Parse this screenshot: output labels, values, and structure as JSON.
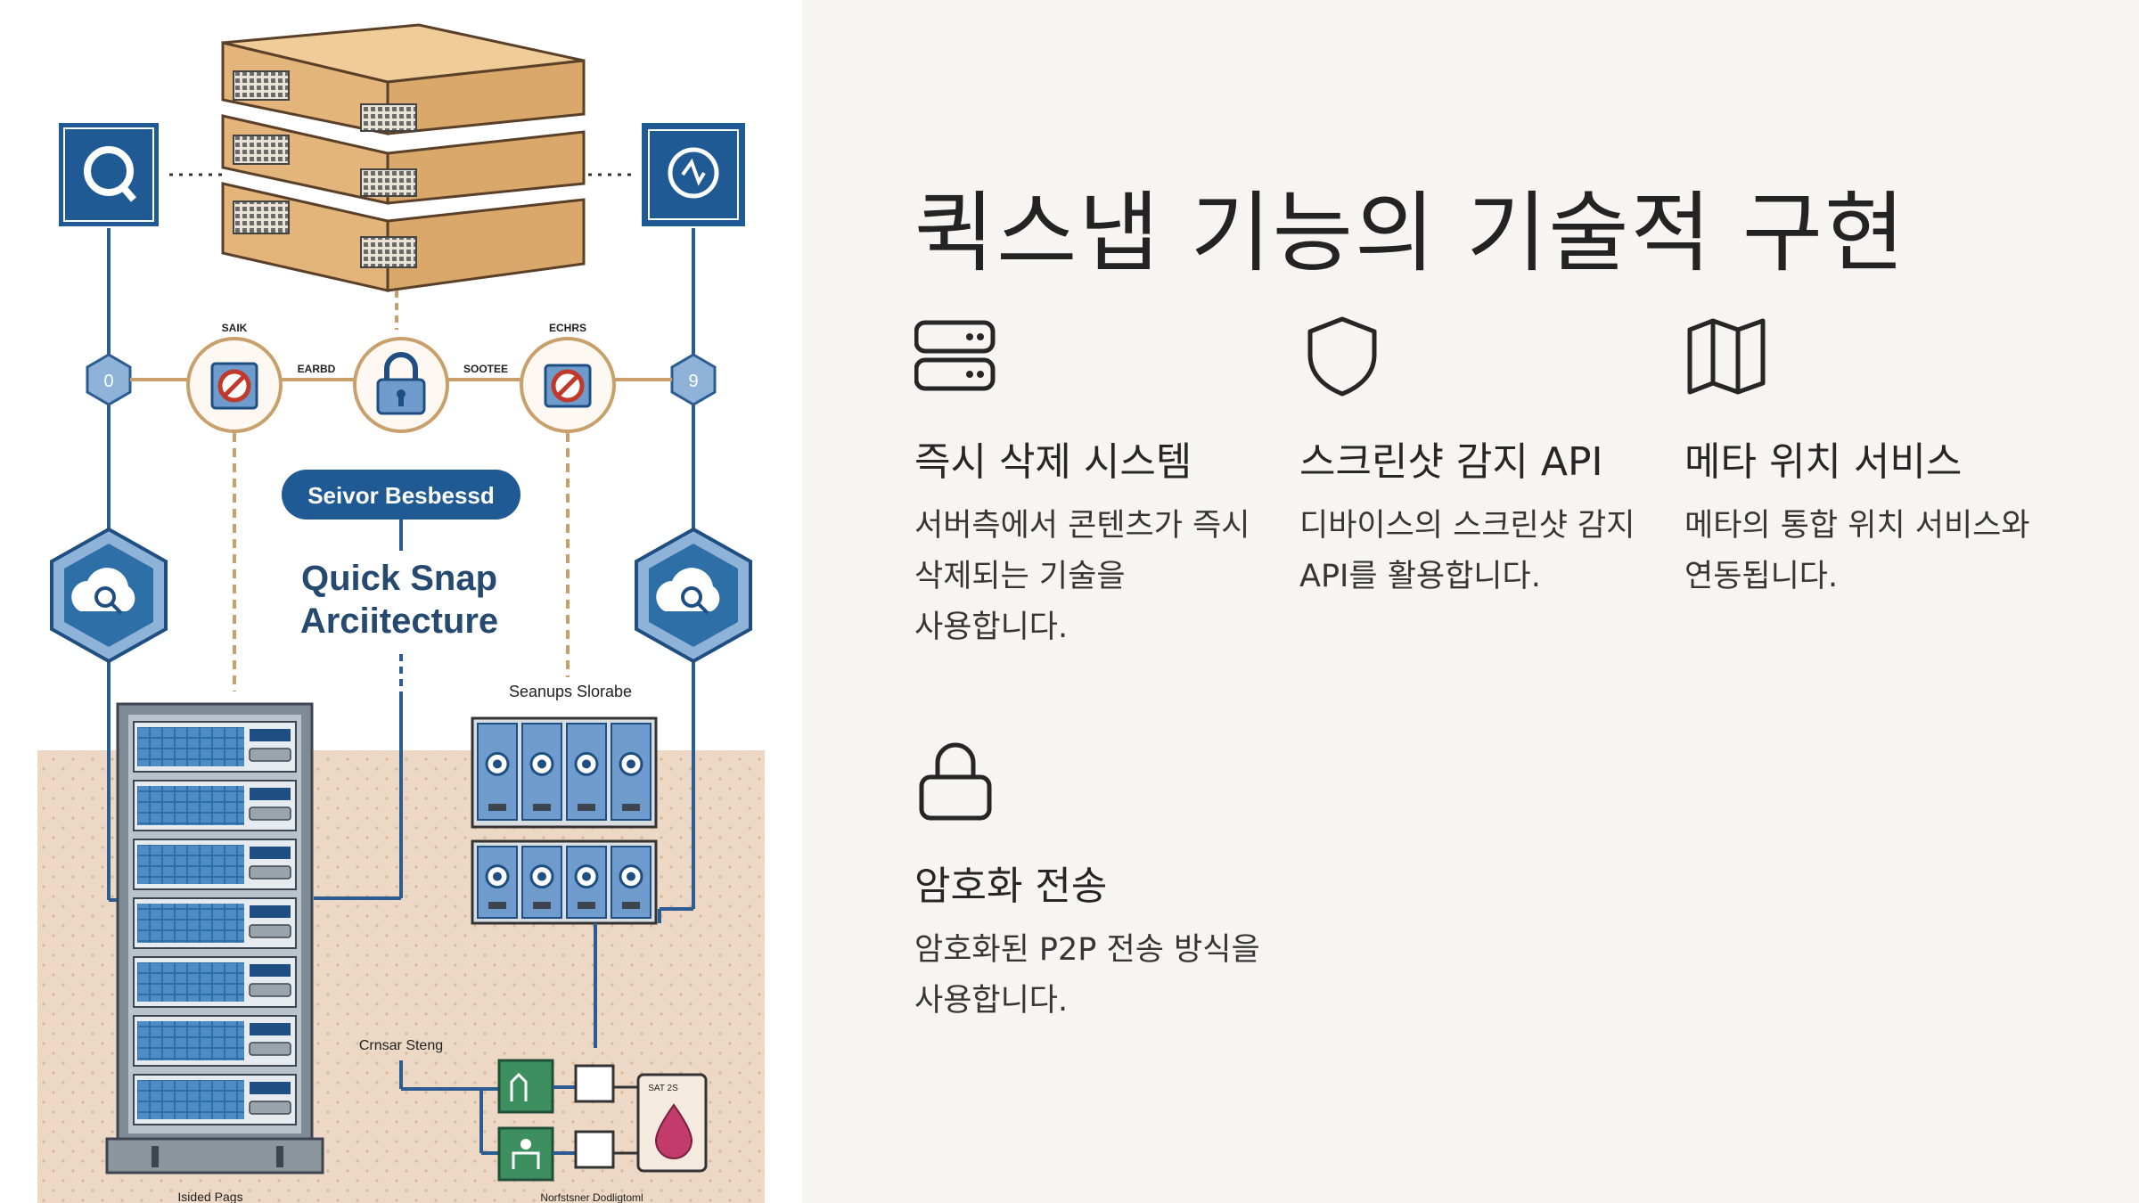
{
  "illustration": {
    "banner": "Seivor Besbessd",
    "title_line1": "Quick Snap",
    "title_line2": "Arciitecture",
    "node_labels": [
      "SAIK",
      "EARBD",
      "SOOTEE",
      "ECHRS"
    ],
    "storage_label": "Seanups Slorabe",
    "sensor_label": "Crnsar Steng",
    "bottom_left_label": "Isided Pags",
    "bottom_right_label": "Norfstsner Dodligtoml",
    "drive_label": "SAT 2S",
    "hex_left": "0",
    "hex_right": "9",
    "colors": {
      "navy": "#1f4f82",
      "cardboard": "#deb887",
      "floor": "#ecd7c2",
      "accent": "#c0392b"
    }
  },
  "page": {
    "title": "퀵스냅 기능의 기술적 구현"
  },
  "features": [
    {
      "icon": "server-icon",
      "title": "즉시 삭제 시스템",
      "desc": "서버측에서 콘텐츠가 즉시 삭제되는 기술을 사용합니다."
    },
    {
      "icon": "shield-icon",
      "title": "스크린샷 감지 API",
      "desc": "디바이스의 스크린샷 감지 API를 활용합니다."
    },
    {
      "icon": "map-icon",
      "title": "메타 위치 서비스",
      "desc": "메타의 통합 위치 서비스와 연동됩니다."
    },
    {
      "icon": "lock-icon",
      "title": "암호화 전송",
      "desc": "암호화된 P2P 전송 방식을 사용합니다."
    }
  ]
}
